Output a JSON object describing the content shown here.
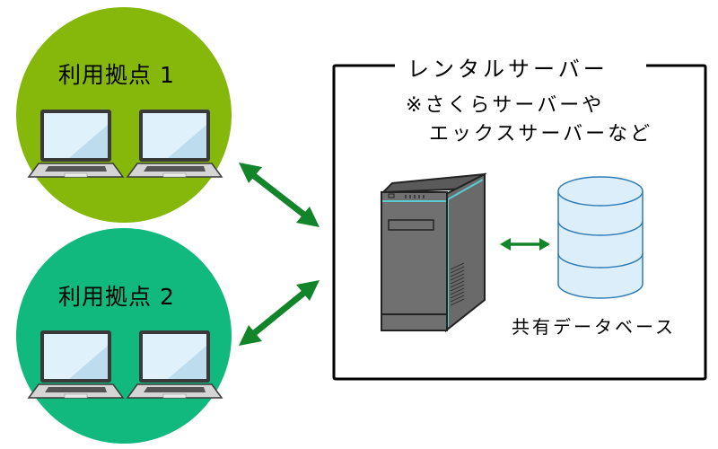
{
  "colors": {
    "site1": "#86B80B",
    "site2": "#11B97F",
    "arrow": "#12842A",
    "box_border": "#000000",
    "server_body": "#6E6E6E",
    "server_accent": "#5CCBD0",
    "db_fill": "#DCEEF9",
    "db_stroke": "#2E7BB8",
    "laptop_screen": "#C9E3F3"
  },
  "sites": [
    {
      "title": "利用拠点 1",
      "laptops": [
        "laptop",
        "laptop"
      ]
    },
    {
      "title": "利用拠点 2",
      "laptops": [
        "laptop",
        "laptop"
      ]
    }
  ],
  "server_box": {
    "title": "レンタルサーバー",
    "note_line1": "※さくらサーバーや",
    "note_line2": "エックスサーバーなど",
    "server_icon": "tower-server",
    "database_icon": "database-cylinder",
    "database_label": "共有データベース"
  },
  "connections": [
    {
      "from": "利用拠点 1",
      "to": "レンタルサーバー",
      "type": "bidirectional"
    },
    {
      "from": "利用拠点 2",
      "to": "レンタルサーバー",
      "type": "bidirectional"
    },
    {
      "from": "server",
      "to": "共有データベース",
      "type": "bidirectional"
    }
  ]
}
